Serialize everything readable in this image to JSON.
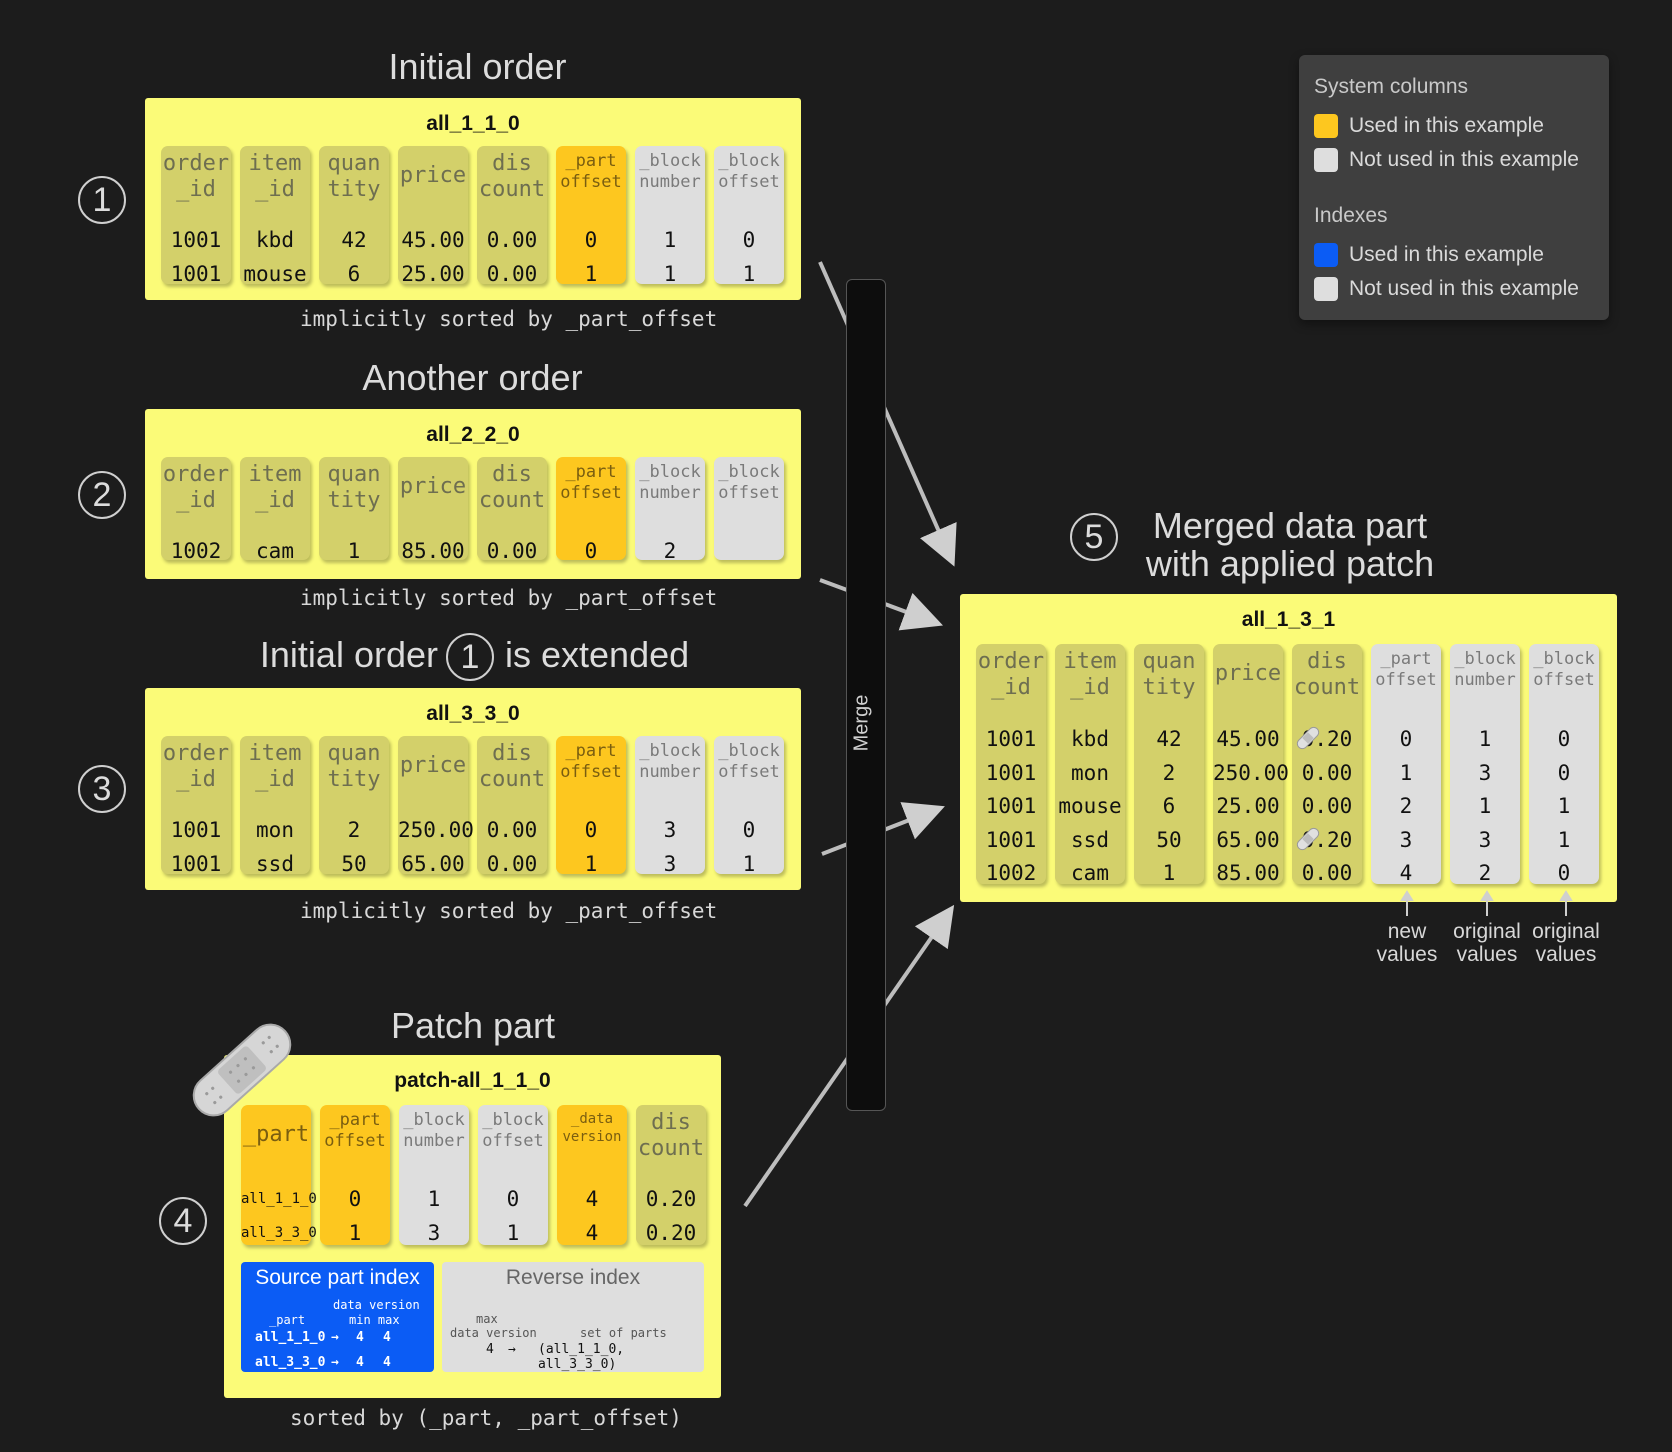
{
  "titles": {
    "initial": "Initial order",
    "another": "Another order",
    "extended_a": "Initial order",
    "extended_b": "is extended",
    "patch": "Patch part",
    "merged_line1": "Merged data part",
    "merged_line2": "with applied patch"
  },
  "step_numbers": [
    "1",
    "2",
    "3",
    "4",
    "5",
    "1"
  ],
  "captions": {
    "sorted_offset": "implicitly sorted by _part_offset",
    "sorted_patch": "sorted by (_part, _part_offset)"
  },
  "merge_label": "Merge",
  "legend": {
    "system_heading": "System columns",
    "indexes_heading": "Indexes",
    "used": "Used in this example",
    "not_used": "Not used in this example",
    "color_system_used": "#fdc71f",
    "color_index_used": "#0b5cf5",
    "color_not_used": "#dedede"
  },
  "headers": {
    "order_id": [
      "order",
      "_id"
    ],
    "item_id": [
      "item",
      "_id"
    ],
    "quantity": [
      "quan",
      "tity"
    ],
    "price": [
      "price"
    ],
    "discount": [
      "dis",
      "count"
    ],
    "part_offset": [
      "_part",
      "offset"
    ],
    "block_number": [
      "_block",
      "number"
    ],
    "block_offset": [
      "_block",
      "offset"
    ],
    "part": [
      "_part"
    ],
    "data_version": [
      "_data",
      "version"
    ]
  },
  "part1": {
    "name": "all_1_1_0",
    "order_id": [
      "1001",
      "1001"
    ],
    "item_id": [
      "kbd",
      "mouse"
    ],
    "quantity": [
      "42",
      "6"
    ],
    "price": [
      "45.00",
      "25.00"
    ],
    "discount": [
      "0.00",
      "0.00"
    ],
    "part_offset": [
      "0",
      "1"
    ],
    "block_number": [
      "1",
      "1"
    ],
    "block_offset": [
      "0",
      "1"
    ]
  },
  "part2": {
    "name": "all_2_2_0",
    "order_id": [
      "1002"
    ],
    "item_id": [
      "cam"
    ],
    "quantity": [
      "1"
    ],
    "price": [
      "85.00"
    ],
    "discount": [
      "0.00"
    ],
    "part_offset": [
      "0"
    ],
    "block_number": [
      "2"
    ],
    "block_offset": []
  },
  "part3": {
    "name": "all_3_3_0",
    "order_id": [
      "1001",
      "1001"
    ],
    "item_id": [
      "mon",
      "ssd"
    ],
    "quantity": [
      "2",
      "50"
    ],
    "price": [
      "250.00",
      "65.00"
    ],
    "discount": [
      "0.00",
      "0.00"
    ],
    "part_offset": [
      "0",
      "1"
    ],
    "block_number": [
      "3",
      "3"
    ],
    "block_offset": [
      "0",
      "1"
    ]
  },
  "patch": {
    "name": "patch-all_1_1_0",
    "part": [
      "all_1_1_0",
      "all_3_3_0"
    ],
    "part_offset": [
      "0",
      "1"
    ],
    "block_number": [
      "1",
      "3"
    ],
    "block_offset": [
      "0",
      "1"
    ],
    "data_version": [
      "4",
      "4"
    ],
    "discount": [
      "0.20",
      "0.20"
    ]
  },
  "merged": {
    "name": "all_1_3_1",
    "order_id": [
      "1001",
      "1001",
      "1001",
      "1001",
      "1002"
    ],
    "item_id": [
      "kbd",
      "mon",
      "mouse",
      "ssd",
      "cam"
    ],
    "quantity": [
      "42",
      "2",
      "6",
      "50",
      "1"
    ],
    "price": [
      "45.00",
      "250.00",
      "25.00",
      "65.00",
      "85.00"
    ],
    "discount": [
      "0.20",
      "0.00",
      "0.00",
      "0.20",
      "0.00"
    ],
    "part_offset": [
      "0",
      "1",
      "2",
      "3",
      "4"
    ],
    "block_number": [
      "1",
      "3",
      "1",
      "3",
      "2"
    ],
    "block_offset": [
      "0",
      "0",
      "1",
      "1",
      "0"
    ]
  },
  "notes": {
    "new_values": [
      "new",
      "values"
    ],
    "original_values": [
      "original",
      "values"
    ]
  },
  "source_index": {
    "title": "Source part index",
    "h_part": "_part",
    "h_dv": "data version",
    "h_minmax": "min max",
    "rows": [
      [
        "all_1_1_0",
        "→",
        "4",
        "4"
      ],
      [
        "all_3_3_0",
        "→",
        "4",
        "4"
      ]
    ]
  },
  "reverse_index": {
    "title": "Reverse index",
    "h_max": "max",
    "h_dv": "data version",
    "h_set": "set of parts",
    "row": [
      "4",
      "→",
      "(all_1_1_0, all_3_3_0)"
    ]
  }
}
